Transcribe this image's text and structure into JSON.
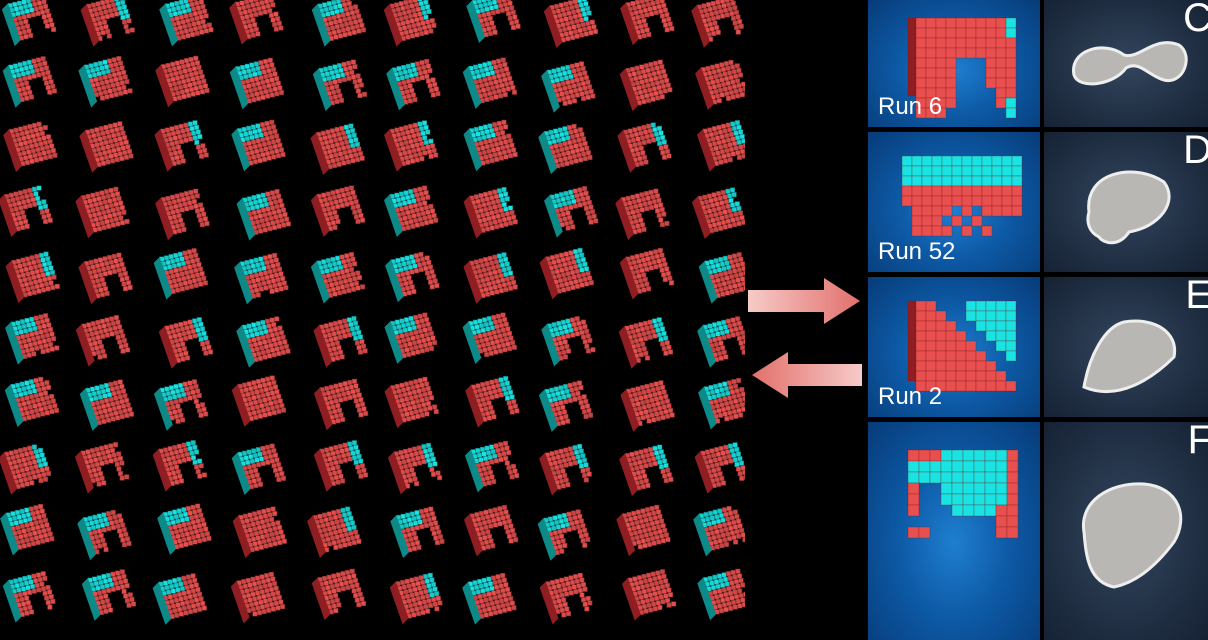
{
  "colors": {
    "red": "#e8504f",
    "dark_red": "#8e1e22",
    "cyan": "#19e3e3",
    "dark_cyan": "#0d8a88",
    "arrow": "#f2a9a6"
  },
  "rows": [
    {
      "run_label": "Run 6",
      "panel_letter": "C"
    },
    {
      "run_label": "Run 52",
      "panel_letter": "D"
    },
    {
      "run_label": "Run 2",
      "panel_letter": "E"
    },
    {
      "run_label": "",
      "panel_letter": "F"
    }
  ],
  "arrows": [
    {
      "direction": "right"
    },
    {
      "direction": "left"
    }
  ]
}
